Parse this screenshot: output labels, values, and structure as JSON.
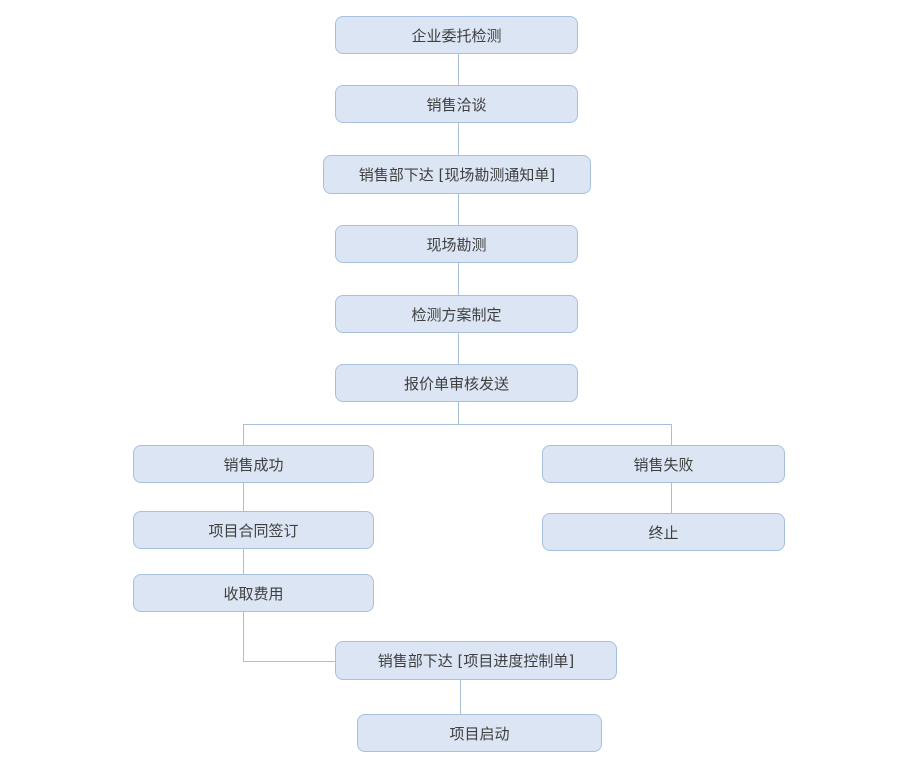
{
  "diagram": {
    "type": "flowchart",
    "orientation": "top-down",
    "background": "white"
  },
  "colors": {
    "background": "#ffffff",
    "node_fill": "#dbe5f3",
    "node_border": "#a9c0dd",
    "connector": "#a9c0dd",
    "text": "#3f3f3f"
  },
  "nodes": [
    {
      "id": "enterprise-entrust",
      "label": "企业委托检测"
    },
    {
      "id": "sales-negotiation",
      "label": "销售洽谈"
    },
    {
      "id": "survey-notice",
      "label": "销售部下达 [现场勘测通知单]"
    },
    {
      "id": "site-survey",
      "label": "现场勘测"
    },
    {
      "id": "test-plan",
      "label": "检测方案制定"
    },
    {
      "id": "quotation-review",
      "label": "报价单审核发送"
    },
    {
      "id": "sales-success",
      "label": "销售成功"
    },
    {
      "id": "contract-signing",
      "label": "项目合同签订"
    },
    {
      "id": "collect-fees",
      "label": "收取费用"
    },
    {
      "id": "sales-failure",
      "label": "销售失败"
    },
    {
      "id": "terminate",
      "label": "终止"
    },
    {
      "id": "progress-control-notice",
      "label": "销售部下达 [项目进度控制单]"
    },
    {
      "id": "project-launch",
      "label": "项目启动"
    }
  ],
  "edges": [
    {
      "from": "enterprise-entrust",
      "to": "sales-negotiation"
    },
    {
      "from": "sales-negotiation",
      "to": "survey-notice"
    },
    {
      "from": "survey-notice",
      "to": "site-survey"
    },
    {
      "from": "site-survey",
      "to": "test-plan"
    },
    {
      "from": "test-plan",
      "to": "quotation-review"
    },
    {
      "from": "quotation-review",
      "to": "sales-success"
    },
    {
      "from": "quotation-review",
      "to": "sales-failure"
    },
    {
      "from": "sales-success",
      "to": "contract-signing"
    },
    {
      "from": "contract-signing",
      "to": "collect-fees"
    },
    {
      "from": "collect-fees",
      "to": "progress-control-notice"
    },
    {
      "from": "progress-control-notice",
      "to": "project-launch"
    },
    {
      "from": "sales-failure",
      "to": "terminate"
    }
  ]
}
